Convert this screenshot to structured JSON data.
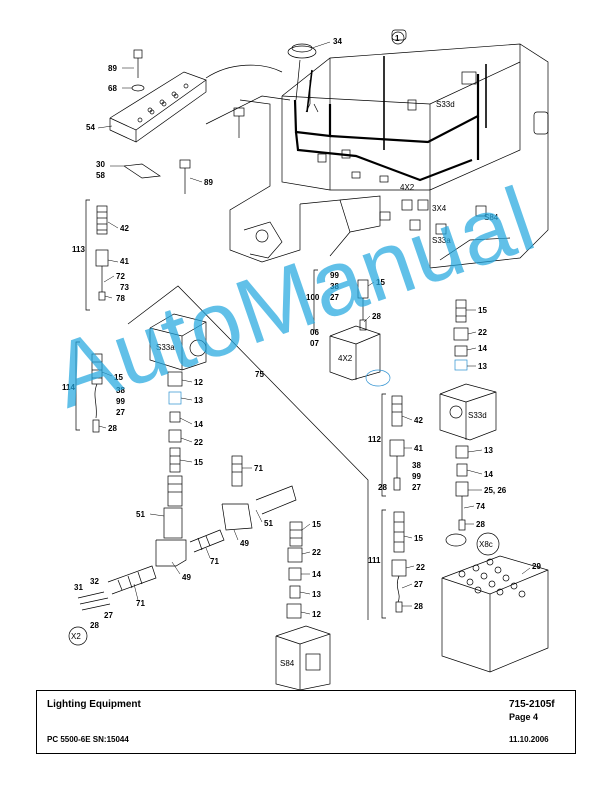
{
  "footer": {
    "title": "Lighting Equipment",
    "doc_number": "715-2105f",
    "page": "Page 4",
    "model": "PC 5500-6E SN:15044",
    "date": "11.10.2006"
  },
  "watermark": "AutoManual",
  "callouts": {
    "c1": "1",
    "c34": "34",
    "c89a": "89",
    "c68": "68",
    "c54": "54",
    "c30": "30",
    "c58": "58",
    "c89b": "89",
    "c42a": "42",
    "c113": "113",
    "c41a": "41",
    "c72": "72",
    "c73": "73",
    "c78": "78",
    "c15a": "15",
    "c38a": "38",
    "c99a": "99",
    "c27a": "27",
    "c28a": "28",
    "c114": "114",
    "c12a": "12",
    "c13a": "13",
    "c14a": "14",
    "c22a": "22",
    "c15b": "15",
    "c75": "75",
    "c71a": "71",
    "c51a": "51",
    "c51b": "51",
    "c49a": "49",
    "c49b": "49",
    "c71b": "71",
    "c71c": "71",
    "c31": "31",
    "c32": "32",
    "c27b": "27",
    "c28b": "28",
    "c15c": "15",
    "c22b": "22",
    "c14b": "14",
    "c13b": "13",
    "c12b": "12",
    "c99b": "99",
    "c38b": "38",
    "c27c": "27",
    "c100": "100",
    "c15d": "15",
    "c28c": "28",
    "c06": "06",
    "c07": "07",
    "c42b": "42",
    "c112": "112",
    "c41b": "41",
    "c38c": "38",
    "c99c": "99",
    "c27d": "27",
    "c28d": "28",
    "c15e": "15",
    "c111": "111",
    "c22c": "22",
    "c27e": "27",
    "c28e": "28",
    "c15f": "15",
    "c22d": "22",
    "c14c": "14",
    "c13c": "13",
    "c13d": "13",
    "c14d": "14",
    "c2526": "25, 26",
    "c74": "74",
    "c28f": "28",
    "c29": "29"
  },
  "tags": {
    "s33d_top": "S33d",
    "x4_2_top": "4X2",
    "x4_3": "3X4",
    "s84_top": "S84",
    "s33a_top": "S33a",
    "s33a_box": "S33a",
    "x4_2_box": "4X2",
    "s33d_box": "S33d",
    "x8c": "X8c",
    "x2": "X2",
    "s84_box": "S84"
  }
}
